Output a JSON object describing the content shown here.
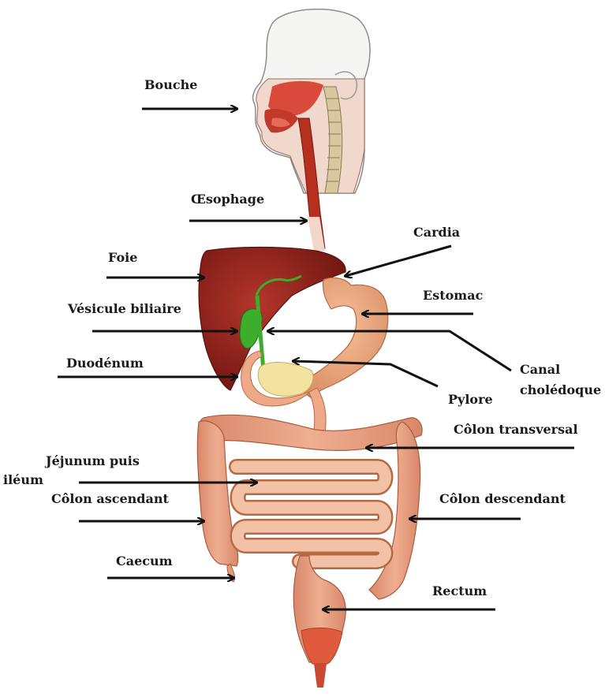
{
  "labels": {
    "bouche": "Bouche",
    "oesophage": "Œsophage",
    "cardia": "Cardia",
    "foie": "Foie",
    "estomac": "Estomac",
    "vesicule": "Vésicule biliaire",
    "duodenum": "Duodénum",
    "canal_line1": "Canal",
    "canal_line2": "cholédoque",
    "pylore": "Pylore",
    "colon_transversal": "Côlon transversal",
    "jejunum_line1": "Jéjunum puis",
    "jejunum_line2": "iléum",
    "colon_ascendant": "Côlon ascendant",
    "colon_descendant": "Côlon descendant",
    "caecum": "Caecum",
    "rectum": "Rectum"
  },
  "colors": {
    "arrow": "#111111",
    "skin": "#f2f2f2",
    "mouth": "#c0392b",
    "oesophagus": "#b5301f",
    "liver": "#8e1f17",
    "gallbladder": "#3cae2c",
    "stomach": "#e8a47a",
    "intestine": "#eeaa88",
    "colon": "#e39878",
    "pancreas": "#f3e3a0"
  }
}
